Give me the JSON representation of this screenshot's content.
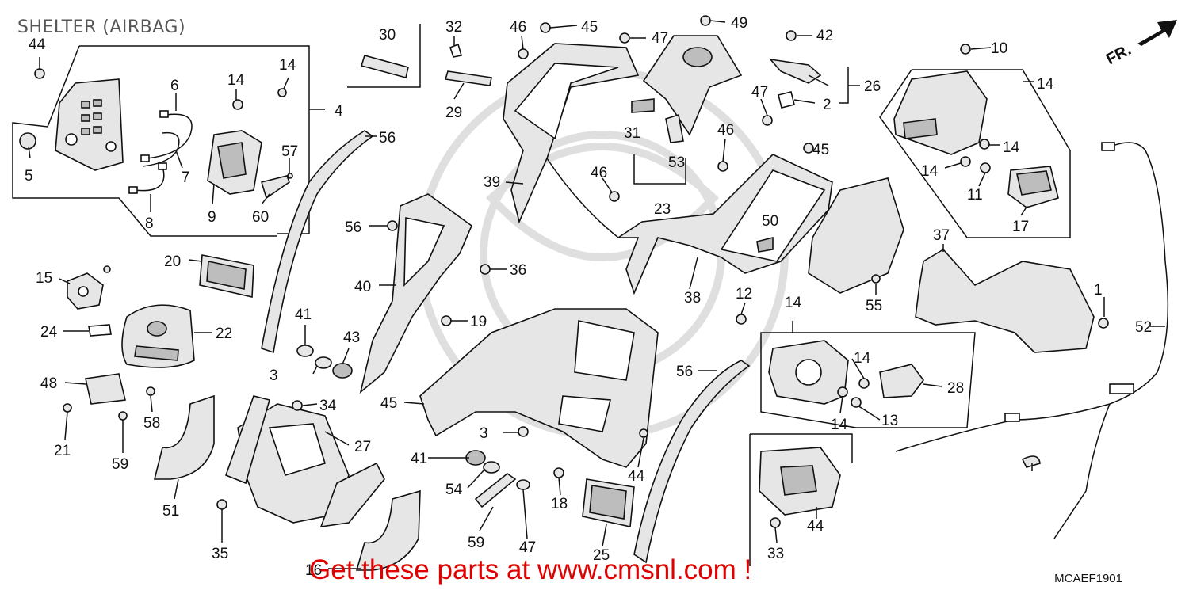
{
  "diagram": {
    "title": "SHELTER (AIRBAG)",
    "diagram_code": "MCAEF1901",
    "direction_label": "FR.",
    "promo_text": "Get these parts at www.cmsnl.com !",
    "callouts": [
      "44",
      "5",
      "6",
      "7",
      "8",
      "9",
      "14",
      "14",
      "57",
      "60",
      "4",
      "30",
      "32",
      "29",
      "46",
      "45",
      "47",
      "49",
      "42",
      "26",
      "2",
      "31",
      "53",
      "23",
      "39",
      "46",
      "47",
      "46",
      "45",
      "50",
      "38",
      "10",
      "14",
      "14",
      "14",
      "11",
      "17",
      "56",
      "56",
      "36",
      "40",
      "19",
      "20",
      "15",
      "24",
      "22",
      "48",
      "21",
      "58",
      "59",
      "41",
      "3",
      "43",
      "34",
      "27",
      "51",
      "35",
      "45",
      "3",
      "41",
      "54",
      "59",
      "47",
      "18",
      "25",
      "16",
      "56",
      "44",
      "12",
      "14",
      "14",
      "14",
      "13",
      "28",
      "44",
      "33",
      "37",
      "55",
      "1",
      "52"
    ]
  }
}
